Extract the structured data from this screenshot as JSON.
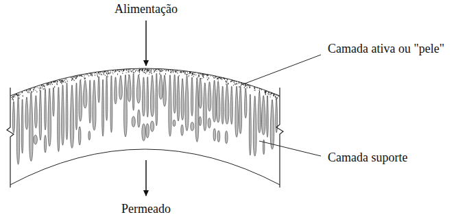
{
  "diagram": {
    "labels": [
      "Alimentação",
      "Camada ativa ou \"pele\"",
      "Camada suporte",
      "Permeado"
    ]
  }
}
